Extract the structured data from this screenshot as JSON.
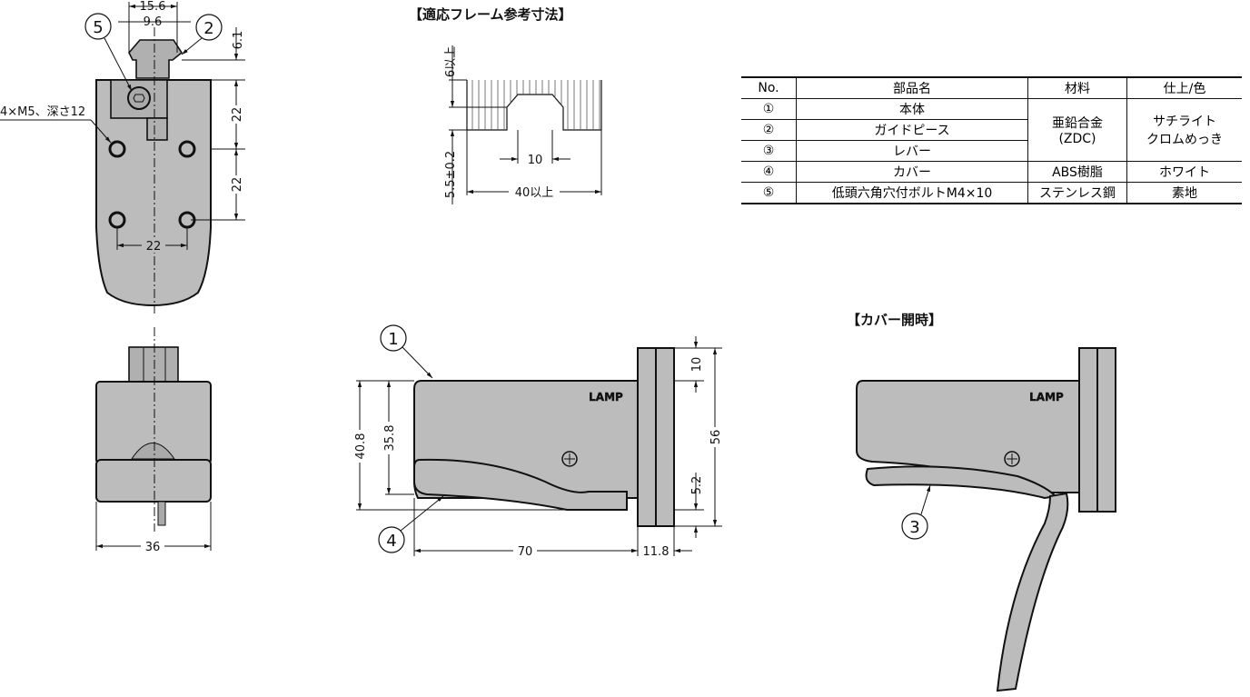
{
  "top_view": {
    "dim_width_outer": "15.6",
    "dim_width_inner": "9.6",
    "dim_guide_height": "6.1",
    "dim_pitch_v1": "22",
    "dim_pitch_v2": "22",
    "dim_pitch_h": "22",
    "hole_note": "4×M5、深さ12",
    "callout_bolt": "5",
    "callout_guide": "2"
  },
  "frame_ref": {
    "title": "【適応フレーム参考寸法】",
    "dim_depth": "6以上",
    "dim_slot": "5.5±0.2",
    "dim_slot_width": "10",
    "dim_width": "40以上"
  },
  "parts_table": {
    "headers": [
      "No.",
      "部品名",
      "材料",
      "仕上/色"
    ],
    "rows": [
      {
        "no": "①",
        "name": "本体"
      },
      {
        "no": "②",
        "name": "ガイドピース"
      },
      {
        "no": "③",
        "name": "レバー"
      },
      {
        "no": "④",
        "name": "カバー",
        "material": "ABS樹脂",
        "finish": "ホワイト"
      },
      {
        "no": "⑤",
        "name": "低頭六角穴付ボルトM4×10",
        "material": "ステンレス鋼",
        "finish": "素地"
      }
    ],
    "merged_material_line1": "亜鉛合金",
    "merged_material_line2": "(ZDC)",
    "merged_finish_line1": "サチライト",
    "merged_finish_line2": "クロムめっき"
  },
  "front_view": {
    "dim_width": "36"
  },
  "side_view": {
    "callout_body": "1",
    "callout_cover": "4",
    "dim_total_height": "40.8",
    "dim_body_height": "35.8",
    "dim_flange_top": "10",
    "dim_flange_height": "56",
    "dim_flange_bottom": "5.2",
    "dim_length": "70",
    "dim_flange_thickness": "11.8",
    "logo": "LAMP"
  },
  "open_view": {
    "title": "【カバー開時】",
    "callout_lever": "3",
    "logo": "LAMP"
  }
}
